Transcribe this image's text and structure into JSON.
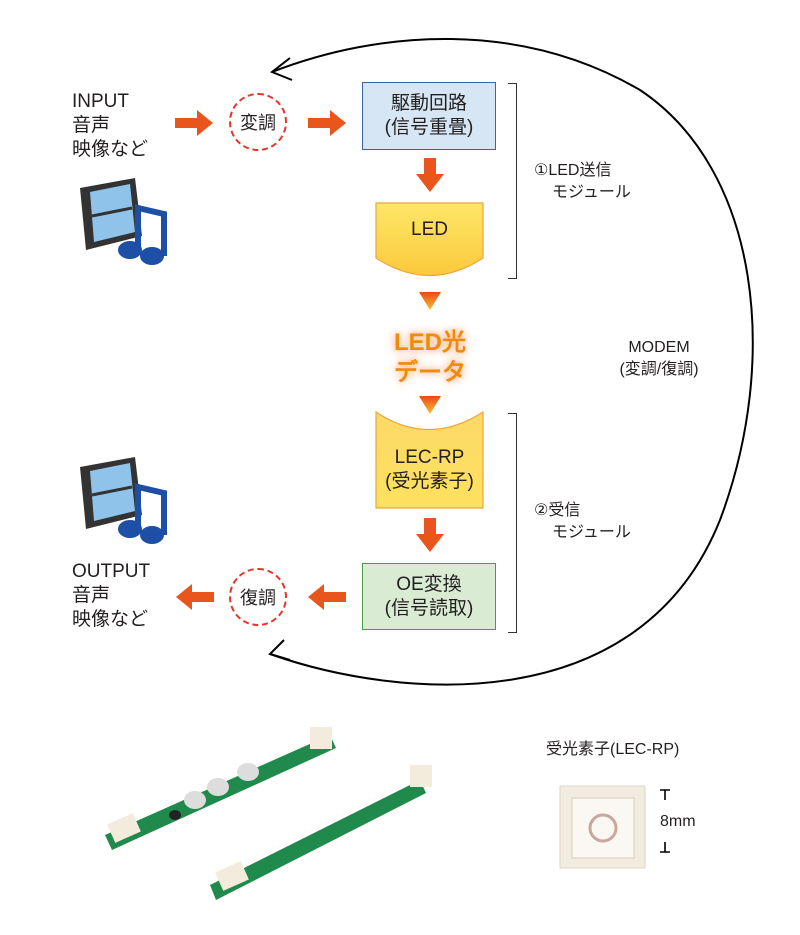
{
  "input": {
    "line1": "INPUT",
    "line2": "音声",
    "line3": "映像など"
  },
  "output": {
    "line1": "OUTPUT",
    "line2": "音声",
    "line3": "映像など"
  },
  "modulation": {
    "label": "変調"
  },
  "demodulation": {
    "label": "復調"
  },
  "drive_circuit": {
    "line1": "駆動回路",
    "line2": "(信号重畳)"
  },
  "led": {
    "label": "LED"
  },
  "led_light_data": {
    "line1": "LED光",
    "line2": "データ"
  },
  "receiver_element": {
    "line1": "LEC-RP",
    "line2": "(受光素子)"
  },
  "oe_conversion": {
    "line1": "OE変換",
    "line2": "(信号読取)"
  },
  "tx_module": {
    "line1": "①LED送信",
    "line2": "モジュール"
  },
  "rx_module": {
    "line1": "②受信",
    "line2": "モジュール"
  },
  "modem": {
    "line1": "MODEM",
    "line2": "(変調/復調)"
  },
  "photo_caption": {
    "label": "受光素子(LEC-RP)"
  },
  "dimension": {
    "label": "8mm"
  },
  "colors": {
    "arrow": "#e8561e",
    "led_fill": "#fde15f",
    "blue_box": "#d6e6f5",
    "green_box": "#d9ecd3",
    "pcb": "#1f8a4c"
  }
}
